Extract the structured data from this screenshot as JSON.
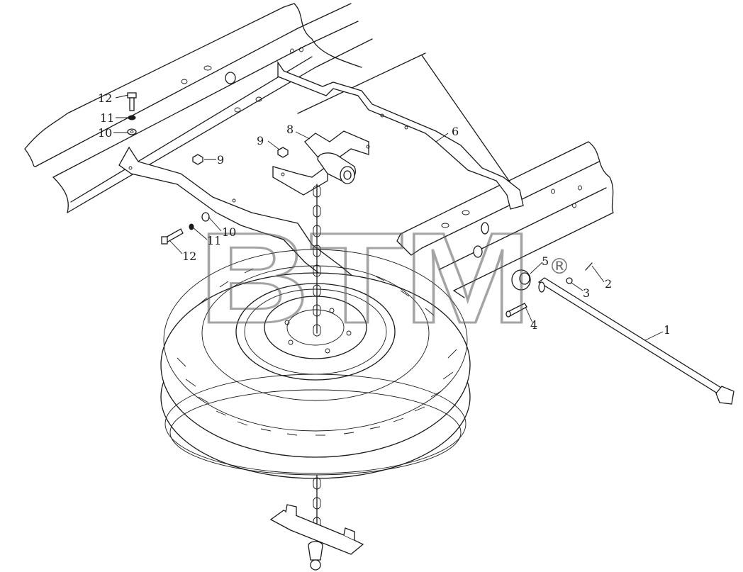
{
  "watermark": {
    "text": "BTM",
    "registered_mark": "®"
  },
  "callouts": [
    {
      "id": "c12a",
      "number": "12"
    },
    {
      "id": "c11a",
      "number": "11"
    },
    {
      "id": "c10a",
      "number": "10"
    },
    {
      "id": "c9a",
      "number": "9"
    },
    {
      "id": "c9b",
      "number": "9"
    },
    {
      "id": "c8",
      "number": "8"
    },
    {
      "id": "c6",
      "number": "6"
    },
    {
      "id": "c10b",
      "number": "10"
    },
    {
      "id": "c11b",
      "number": "11"
    },
    {
      "id": "c12b",
      "number": "12"
    },
    {
      "id": "c5",
      "number": "5"
    },
    {
      "id": "c2",
      "number": "2"
    },
    {
      "id": "c3",
      "number": "3"
    },
    {
      "id": "c4",
      "number": "4"
    },
    {
      "id": "c1",
      "number": "1"
    }
  ]
}
